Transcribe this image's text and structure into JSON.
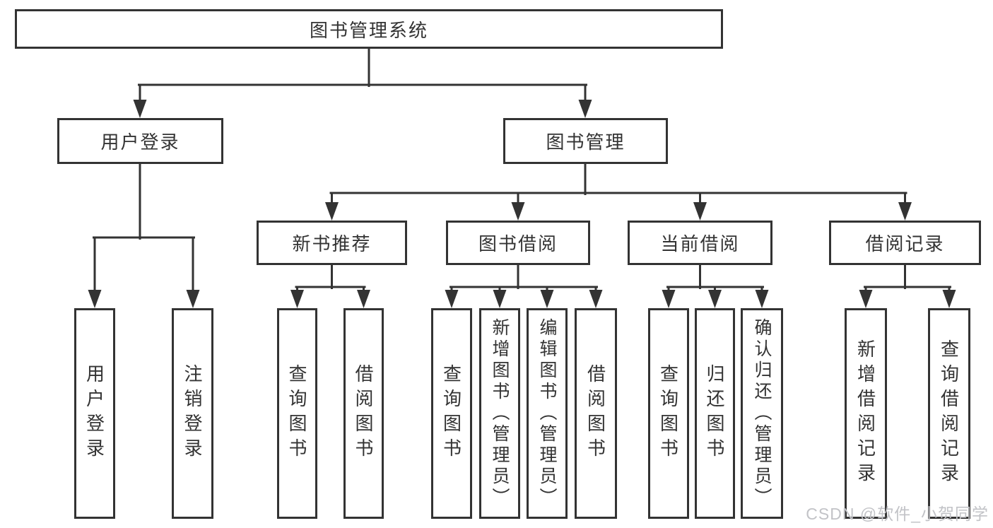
{
  "diagram": {
    "watermark": "CSDN @软件_小贺同学",
    "nodes": [
      {
        "id": "system",
        "label": "图书管理系统"
      },
      {
        "id": "user-login-group",
        "label": "用户登录"
      },
      {
        "id": "book-management",
        "label": "图书管理"
      },
      {
        "id": "new-book-recommend",
        "label": "新书推荐"
      },
      {
        "id": "book-borrowing",
        "label": "图书借阅"
      },
      {
        "id": "current-borrowing",
        "label": "当前借阅"
      },
      {
        "id": "borrowing-records",
        "label": "借阅记录"
      },
      {
        "id": "user-login",
        "label": "用户登录"
      },
      {
        "id": "logout-login",
        "label": "注销登录"
      },
      {
        "id": "query-book-recommend",
        "label": "查询图书"
      },
      {
        "id": "borrow-book-recommend",
        "label": "借阅图书"
      },
      {
        "id": "query-book-borrowing",
        "label": "查询图书"
      },
      {
        "id": "add-book-admin",
        "label": "新增图书（管理员）"
      },
      {
        "id": "edit-book-admin",
        "label": "编辑图书（管理员）"
      },
      {
        "id": "borrow-book-borrowing",
        "label": "借阅图书"
      },
      {
        "id": "query-book-current",
        "label": "查询图书"
      },
      {
        "id": "return-book",
        "label": "归还图书"
      },
      {
        "id": "confirm-return-admin",
        "label": "确认归还（管理员）"
      },
      {
        "id": "add-borrow-record",
        "label": "新增借阅记录"
      },
      {
        "id": "query-borrow-record",
        "label": "查询借阅记录"
      }
    ],
    "edges": [
      [
        "system",
        "user-login-group"
      ],
      [
        "system",
        "book-management"
      ],
      [
        "user-login-group",
        "user-login"
      ],
      [
        "user-login-group",
        "logout-login"
      ],
      [
        "book-management",
        "new-book-recommend"
      ],
      [
        "book-management",
        "book-borrowing"
      ],
      [
        "book-management",
        "current-borrowing"
      ],
      [
        "book-management",
        "borrowing-records"
      ],
      [
        "new-book-recommend",
        "query-book-recommend"
      ],
      [
        "new-book-recommend",
        "borrow-book-recommend"
      ],
      [
        "book-borrowing",
        "query-book-borrowing"
      ],
      [
        "book-borrowing",
        "add-book-admin"
      ],
      [
        "book-borrowing",
        "edit-book-admin"
      ],
      [
        "book-borrowing",
        "borrow-book-borrowing"
      ],
      [
        "current-borrowing",
        "query-book-current"
      ],
      [
        "current-borrowing",
        "return-book"
      ],
      [
        "current-borrowing",
        "confirm-return-admin"
      ],
      [
        "borrowing-records",
        "add-borrow-record"
      ],
      [
        "borrowing-records",
        "query-borrow-record"
      ]
    ],
    "line_color": "#333333",
    "box_fill": "#ffffff",
    "text_color": "#333333",
    "watermark_color": "#c2c3c7"
  }
}
